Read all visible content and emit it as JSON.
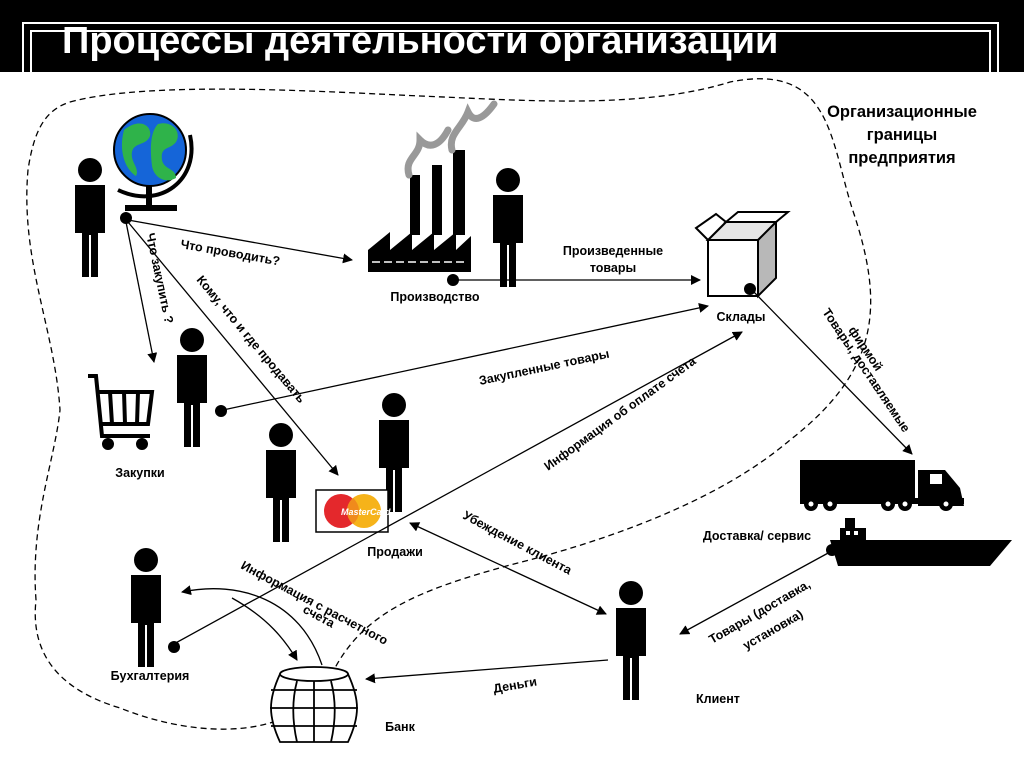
{
  "title": "Процессы деятельности организации",
  "boundary_label": [
    "Организационные",
    "границы",
    "предприятия"
  ],
  "nodes": {
    "production": "Производство",
    "warehouses": "Склады",
    "purchasing": "Закупки",
    "sales": "Продажи",
    "delivery": "Доставка/ сервис",
    "accounting": "Бухгалтерия",
    "client": "Клиент",
    "bank": "Банк",
    "card_brand": "MasterCard"
  },
  "flows": {
    "what_to_produce": "Что проводить?",
    "what_to_buy": "Что закупить ?",
    "where_to_sell": "Кому, что и где продавать",
    "produced_goods": [
      "Произведенные",
      "товары"
    ],
    "purchased_goods": "Закупленные товары",
    "payment_info": "Информация об оплате счета",
    "goods_delivered": [
      "Товары, доставляемые",
      "фирмой"
    ],
    "client_persuasion": "Убеждение клиента",
    "account_info": [
      "Информация с расчетного",
      "счета"
    ],
    "goods_service": [
      "Товары (доставка,",
      "установка)"
    ],
    "money": "Деньги"
  },
  "colors": {
    "header_bg": "#000000",
    "globe_ocean": "#1565d8",
    "globe_land": "#2fb34a",
    "card_red": "#e4282c",
    "card_yellow": "#f6b31a",
    "box_side": "#b8b8b8"
  }
}
